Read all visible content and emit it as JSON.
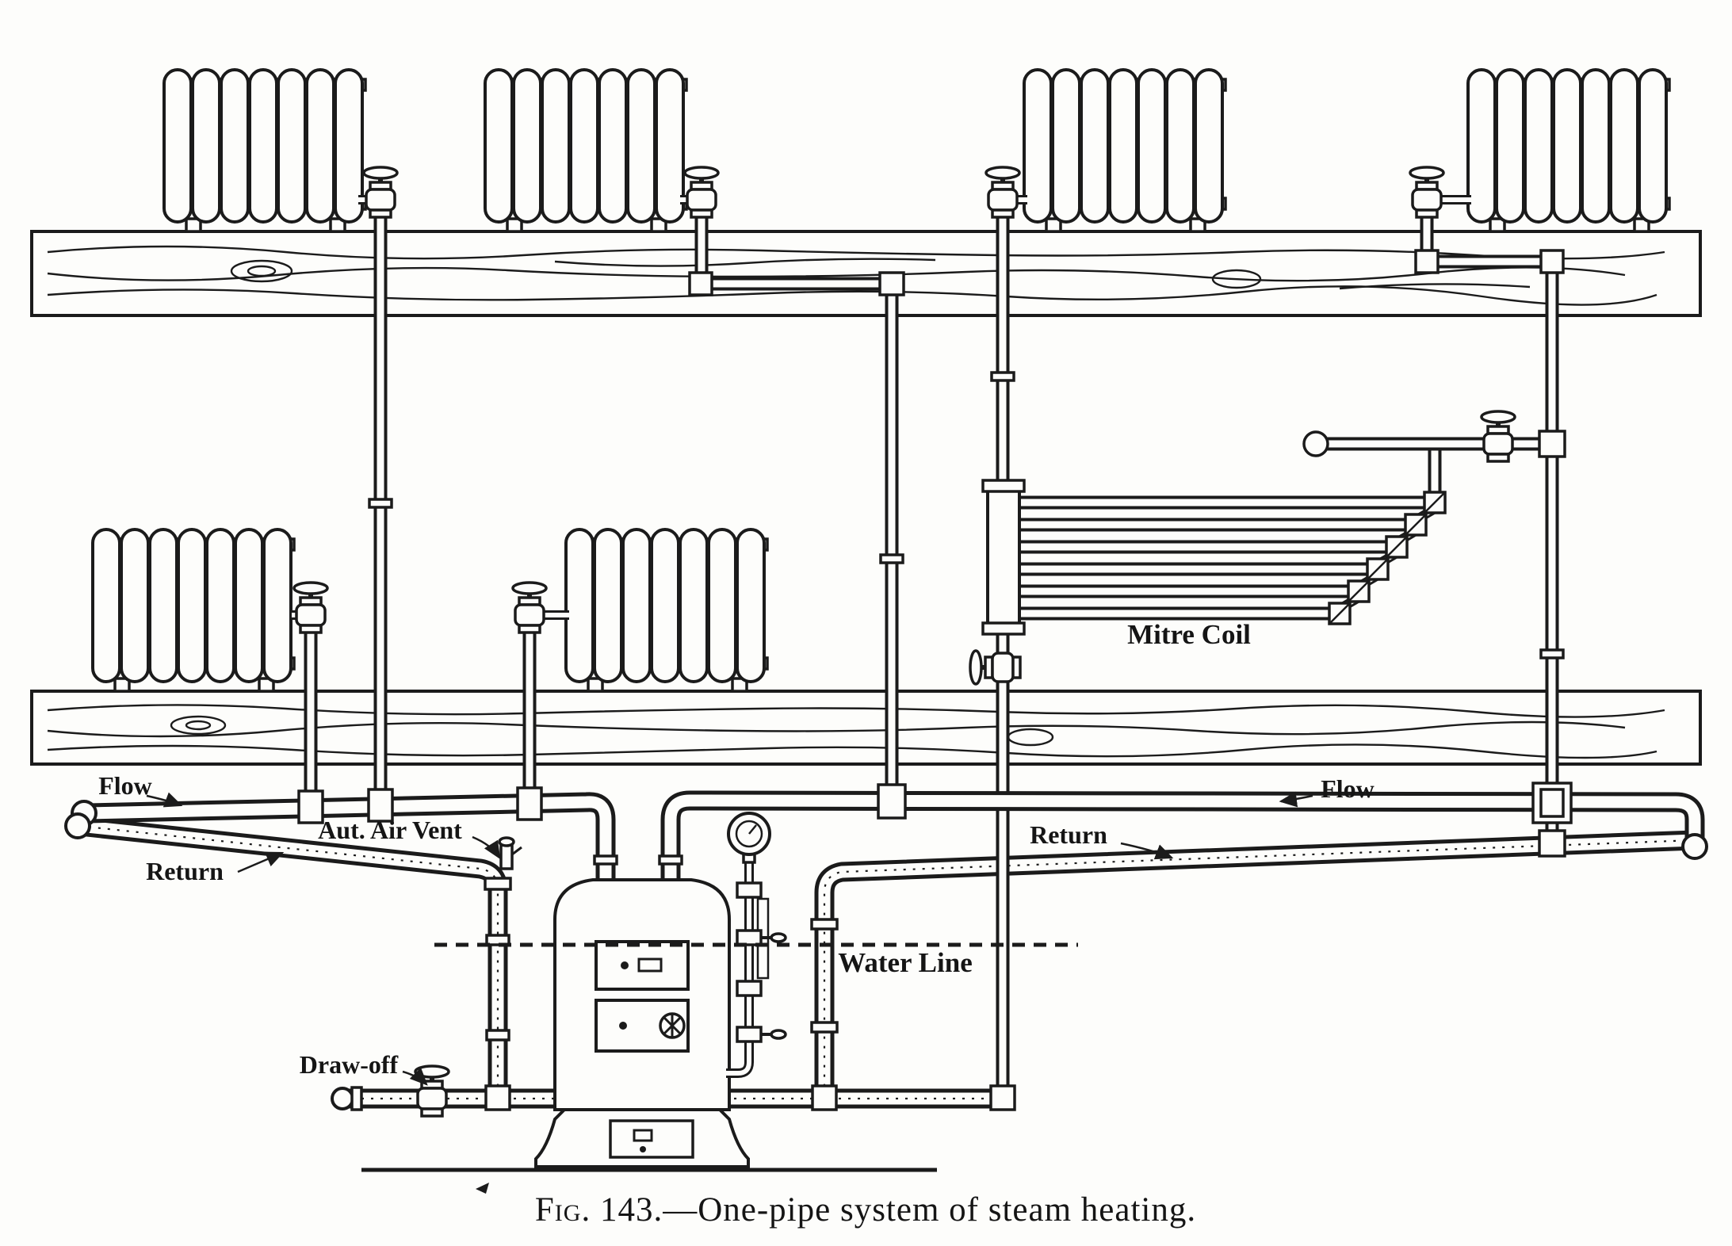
{
  "figure": {
    "type": "engraved technical diagram",
    "caption": {
      "fig": "Fig. 143.",
      "rest": "—One-pipe system of steam heating."
    }
  },
  "labels": {
    "flow_left": "Flow",
    "air_vent": "Aut. Air Vent",
    "return_left": "Return",
    "mitre_coil": "Mitre Coil",
    "flow_right": "Flow",
    "return_right": "Return",
    "water_line": "Water Line",
    "draw_off": "Draw-off"
  },
  "colors": {
    "ink": "#1b1b1b",
    "paper": "#fdfdfb"
  }
}
